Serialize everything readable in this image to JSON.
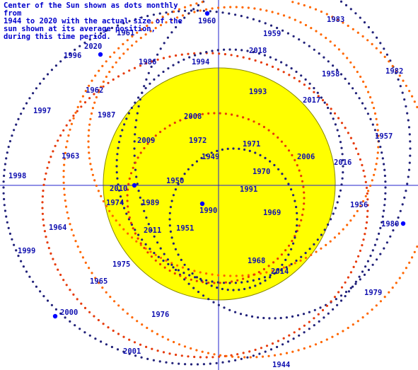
{
  "caption": "Center of the Sun shown as dots monthly from\n1944 to 2020 with the actual size of the\nsun shown at its average position,\nduring this time period.",
  "colors": {
    "background": "#ffffff",
    "sun_fill": "#ffff00",
    "sun_outline": "#888800",
    "axis": "#2222cc",
    "blue_dots": "#22227a",
    "red_dots": "#e63a0a",
    "orange_dots": "#ff6600",
    "labels": "#1010b0",
    "marker": "#0000ff"
  },
  "year_labels": [
    "1960",
    "1983",
    "1959",
    "1961",
    "2020",
    "1996",
    "2018",
    "1958",
    "1982",
    "1986",
    "1994",
    "1962",
    "1993",
    "2017",
    "1997",
    "1987",
    "2008",
    "1957",
    "1972",
    "1971",
    "2009",
    "2006",
    "1963",
    "1949",
    "2016",
    "1998",
    "1970",
    "2010",
    "1950",
    "1991",
    "1974",
    "1989",
    "1990",
    "1956",
    "1969",
    "1964",
    "1980",
    "2011",
    "1951",
    "1999",
    "1968",
    "1975",
    "2014",
    "1965",
    "1979",
    "1976",
    "2000",
    "2001",
    "1944"
  ],
  "markers": [
    "1960",
    "2020",
    "2010",
    "1990",
    "1980",
    "2000"
  ]
}
